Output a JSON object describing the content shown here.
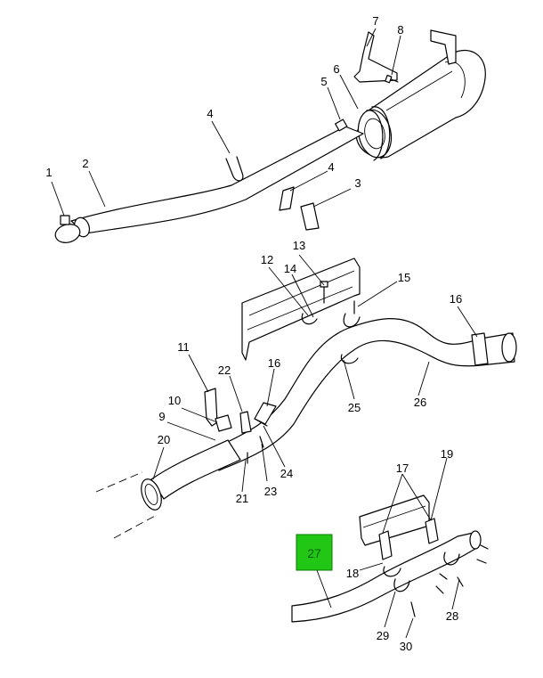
{
  "callouts": {
    "c1": "1",
    "c2": "2",
    "c3": "3",
    "c4a": "4",
    "c4b": "4",
    "c5": "5",
    "c6": "6",
    "c7": "7",
    "c8": "8",
    "c9": "9",
    "c10": "10",
    "c11": "11",
    "c12": "12",
    "c13": "13",
    "c14": "14",
    "c15": "15",
    "c16a": "16",
    "c16b": "16",
    "c17": "17",
    "c18": "18",
    "c19": "19",
    "c20": "20",
    "c21": "21",
    "c22": "22",
    "c23": "23",
    "c24": "24",
    "c25": "25",
    "c26": "26",
    "c27": "27",
    "c28": "28",
    "c29": "29",
    "c30": "30"
  },
  "highlight": {
    "label": "27",
    "color": "#21c714"
  },
  "footer": {
    "left": "",
    "right": ""
  }
}
